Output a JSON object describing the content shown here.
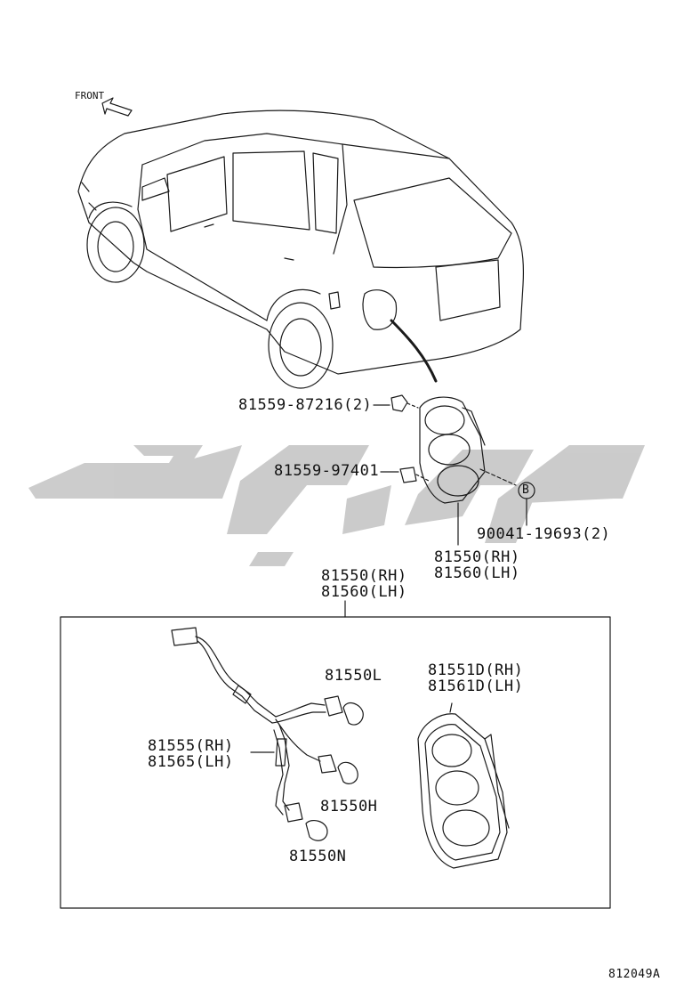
{
  "labels": {
    "front": "FRONT",
    "clip": "81559-87216(2)",
    "cover": "81559-97401",
    "screw": "90041-19693(2)",
    "ref_b": "B",
    "lamp_rh": "81550(RH)",
    "lamp_lh": "81560(LH)",
    "assy_rh": "81550(RH)",
    "assy_lh": "81560(LH)",
    "bulb_l": "81550L",
    "body_rh": "81551D(RH)",
    "body_lh": "81561D(LH)",
    "wire_rh": "81555(RH)",
    "wire_lh": "81565(LH)",
    "bulb_h": "81550H",
    "bulb_n": "81550N",
    "drawing_no": "812049A"
  },
  "colors": {
    "line": "#1a1a1a",
    "watermark": "#c8c8c8"
  }
}
